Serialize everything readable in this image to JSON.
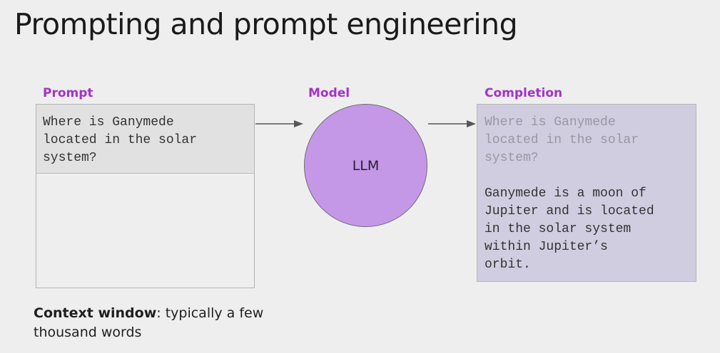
{
  "slide": {
    "title": "Prompting and prompt engineering"
  },
  "prompt": {
    "label": "Prompt",
    "text": "Where is Ganymede\nlocated in the solar\nsystem?"
  },
  "model": {
    "label": "Model",
    "name": "LLM",
    "color": "#c597e7"
  },
  "completion": {
    "label": "Completion",
    "echo_text": "Where is Ganymede\nlocated in the solar\nsystem?",
    "answer_text": "Ganymede is a moon of\nJupiter and is located\nin the solar system\nwithin Jupiter’s\norbit."
  },
  "footnote": {
    "term": "Context window",
    "description": ": typically a few thousand words"
  },
  "colors": {
    "label_accent": "#a331c8",
    "completion_bg": "#d1cde0"
  }
}
